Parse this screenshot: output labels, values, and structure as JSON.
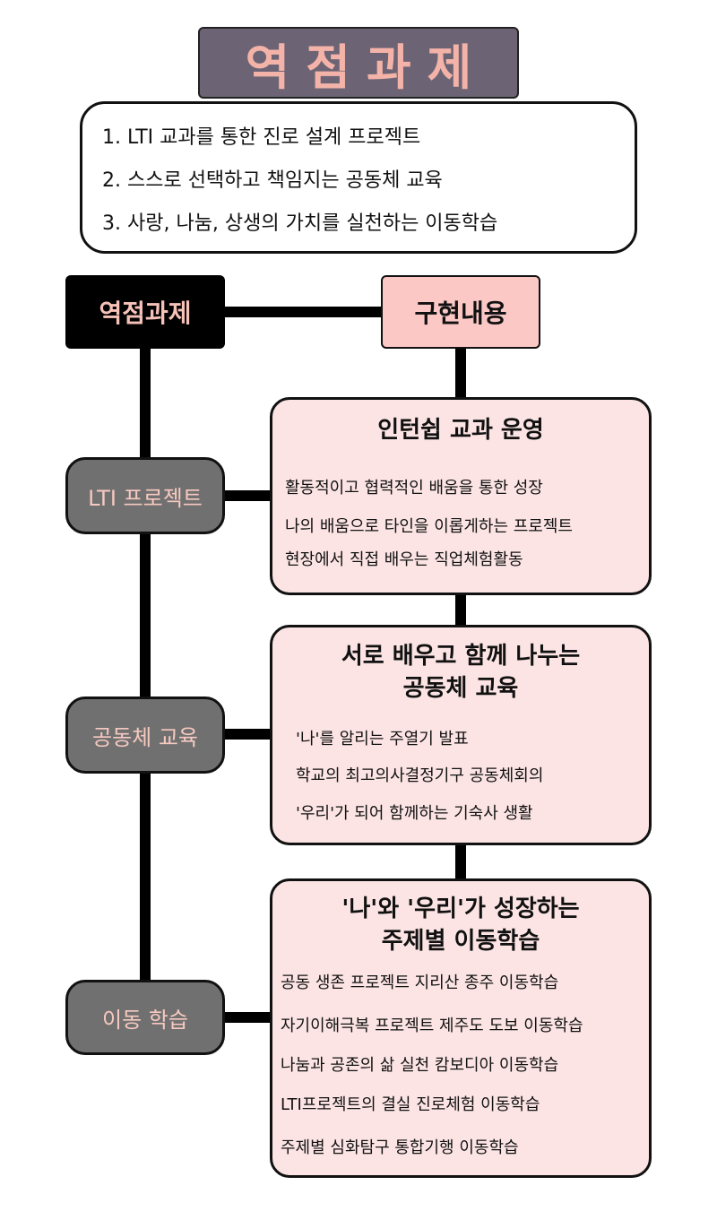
{
  "title": "역점과제",
  "summary": [
    "1. LTI 교과를 통한 진로 설계 프로젝트",
    "2. 스스로 선택하고 책임지는 공동체 교육",
    "3. 사랑, 나눔, 상생의 가치를 실천하는 이동학습"
  ],
  "headers": {
    "left": "역점과제",
    "right": "구현내용"
  },
  "tasks": [
    "LTI 프로젝트",
    "공동체 교육",
    "이동 학습"
  ],
  "contents": [
    {
      "title": [
        "인턴쉽 교과 운영"
      ],
      "items": [
        "활동적이고 협력적인 배움을 통한 성장",
        "나의 배움으로 타인을 이롭게하는 프로젝트",
        "현장에서 직접 배우는 직업체험활동"
      ]
    },
    {
      "title": [
        "서로 배우고 함께 나누는",
        "공동체 교육"
      ],
      "items": [
        "'나'를 알리는 주열기 발표",
        "학교의 최고의사결정기구 공동체회의",
        "'우리'가 되어 함께하는 기숙사 생활"
      ]
    },
    {
      "title": [
        "'나'와 '우리'가 성장하는",
        "주제별 이동학습"
      ],
      "items": [
        "공동 생존 프로젝트 지리산 종주 이동학습",
        "자기이해극복 프로젝트 제주도 도보 이동학습",
        "나눔과 공존의 삶 실천 캄보디아 이동학습",
        "LTI프로젝트의 결실 진로체험 이동학습",
        "주제별 심화탐구 통합기행 이동학습"
      ]
    }
  ]
}
